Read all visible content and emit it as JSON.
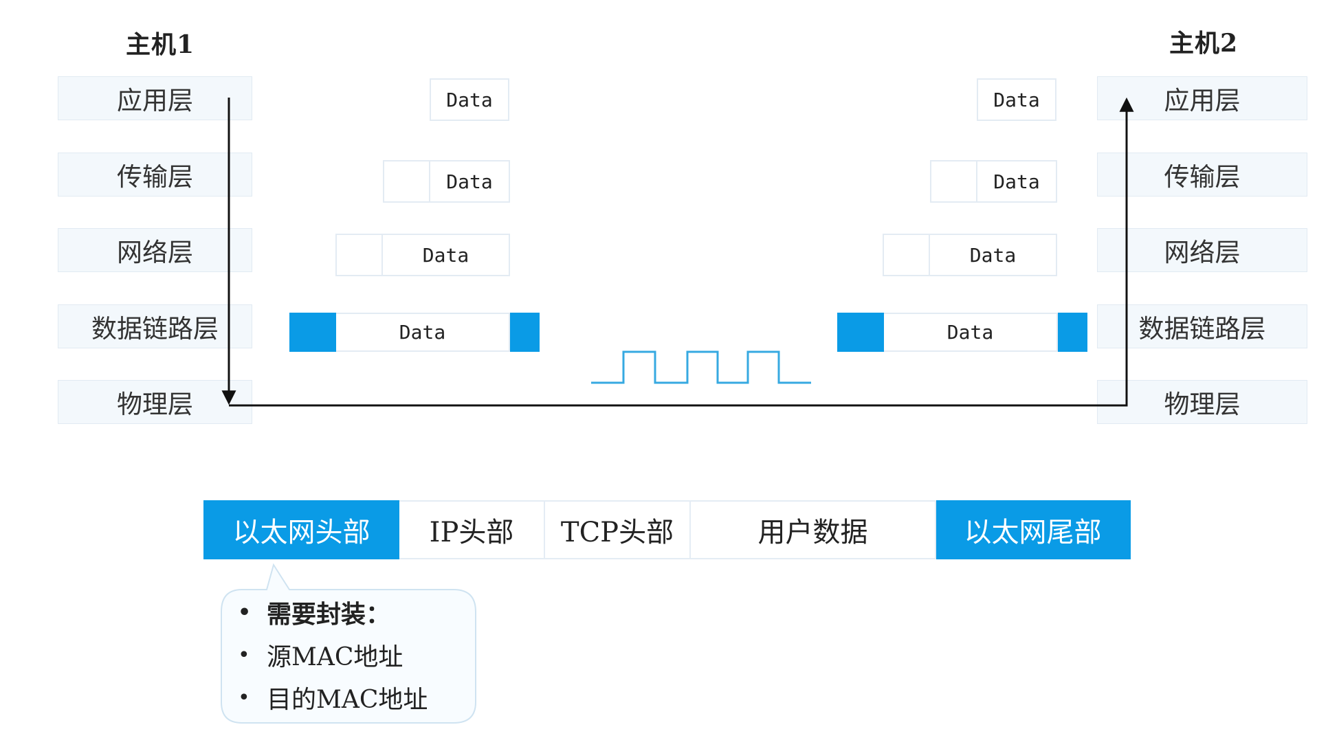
{
  "host1": {
    "title": "主机1",
    "layers": [
      "应用层",
      "传输层",
      "网络层",
      "数据链路层",
      "物理层"
    ]
  },
  "host2": {
    "title": "主机2",
    "layers": [
      "应用层",
      "传输层",
      "网络层",
      "数据链路层",
      "物理层"
    ]
  },
  "packet_label": "Data",
  "frame": {
    "segments": [
      {
        "label": "以太网头部",
        "highlight": true
      },
      {
        "label": "IP头部",
        "highlight": false
      },
      {
        "label": "TCP头部",
        "highlight": false
      },
      {
        "label": "用户数据",
        "highlight": false
      },
      {
        "label": "以太网尾部",
        "highlight": true
      }
    ]
  },
  "callout": {
    "items": [
      "需要封装：",
      "源MAC地址",
      "目的MAC地址"
    ]
  },
  "colors": {
    "accent": "#0a9be6",
    "signal": "#36a9e1",
    "cell_border": "#e3ebf3",
    "layer_bg": "#f3f8fc"
  }
}
